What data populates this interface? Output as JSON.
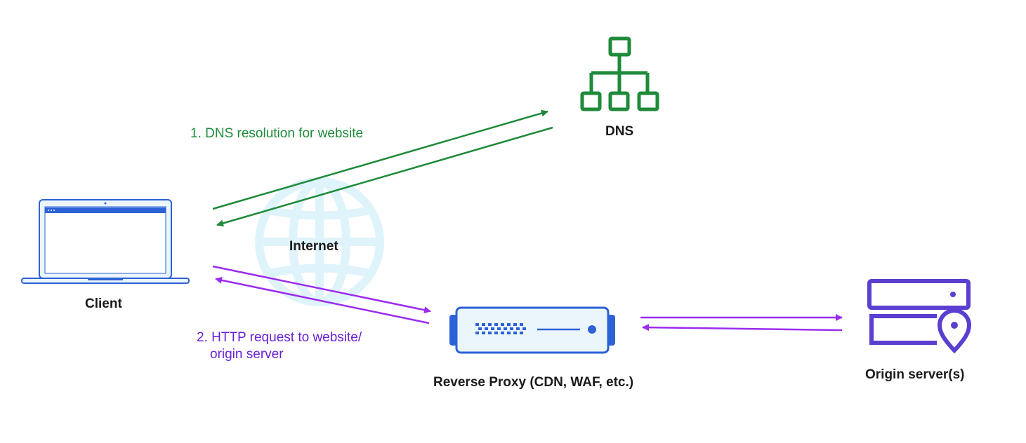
{
  "nodes": {
    "client": "Client",
    "dns": "DNS",
    "internet": "Internet",
    "proxy": "Reverse Proxy (CDN, WAF, etc.)",
    "origin": "Origin server(s)"
  },
  "steps": {
    "step1": "1. DNS resolution for website",
    "step2_line1": "2. HTTP request to website/",
    "step2_line2": "origin server"
  },
  "colors": {
    "dns_flow": "#1e8a3a",
    "http_flow": "#9b2cf0",
    "device_blue": "#2d62d6",
    "origin_purple": "#5b3fd0",
    "globe": "#dff3fb"
  }
}
